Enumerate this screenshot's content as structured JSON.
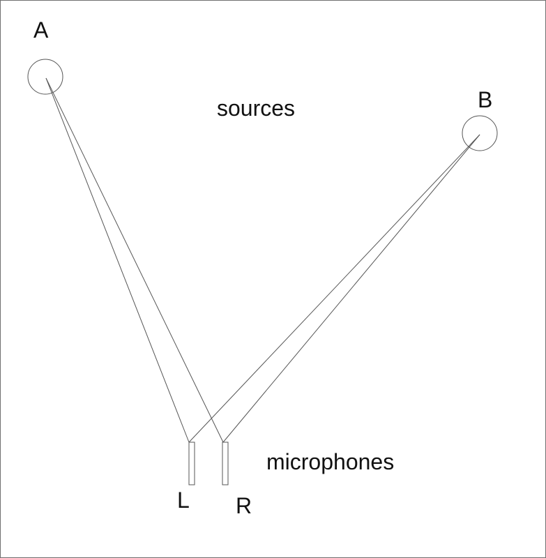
{
  "diagram": {
    "sources": {
      "heading": "sources",
      "items": [
        {
          "label": "A"
        },
        {
          "label": "B"
        }
      ]
    },
    "microphones": {
      "heading": "microphones",
      "items": [
        {
          "label": "L"
        },
        {
          "label": "R"
        }
      ]
    },
    "colors": {
      "line": "#555555",
      "text": "#111111",
      "frame": "#6f6f6f"
    }
  }
}
